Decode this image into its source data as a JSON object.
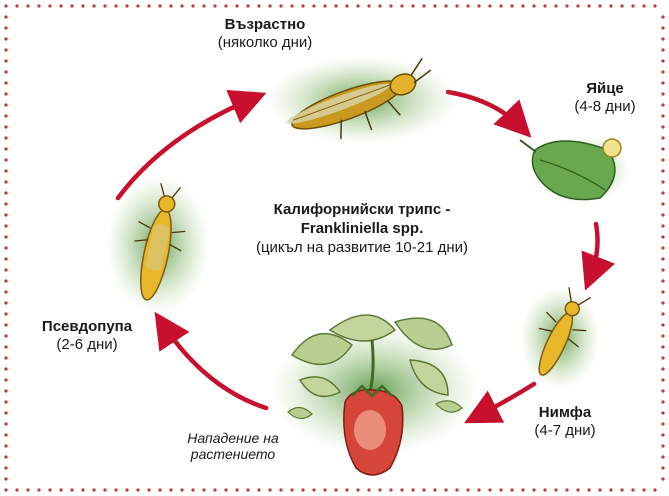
{
  "stages": {
    "adult": {
      "name": "Възрастно",
      "duration": "(няколко дни)"
    },
    "egg": {
      "name": "Яйце",
      "duration": "(4-8 дни)"
    },
    "nymph": {
      "name": "Нимфа",
      "duration": "(4-7 дни)"
    },
    "pupa": {
      "name": "Псевдопупа",
      "duration": "(2-6 дни)"
    }
  },
  "attack_label": {
    "line1": "Нападение на",
    "line2": "растението"
  },
  "center": {
    "title_line1": "Калифорнийски трипс -",
    "title_line2": "Frankliniella spp.",
    "subtitle": "(цикъл на развитие 10-21 дни)"
  },
  "colors": {
    "border_dots": "#c0392b",
    "arrow": "#c8102e",
    "leaf_green": "#6aa84f",
    "insect_yellow": "#e8b82a",
    "fruit_red": "#d6453a"
  }
}
